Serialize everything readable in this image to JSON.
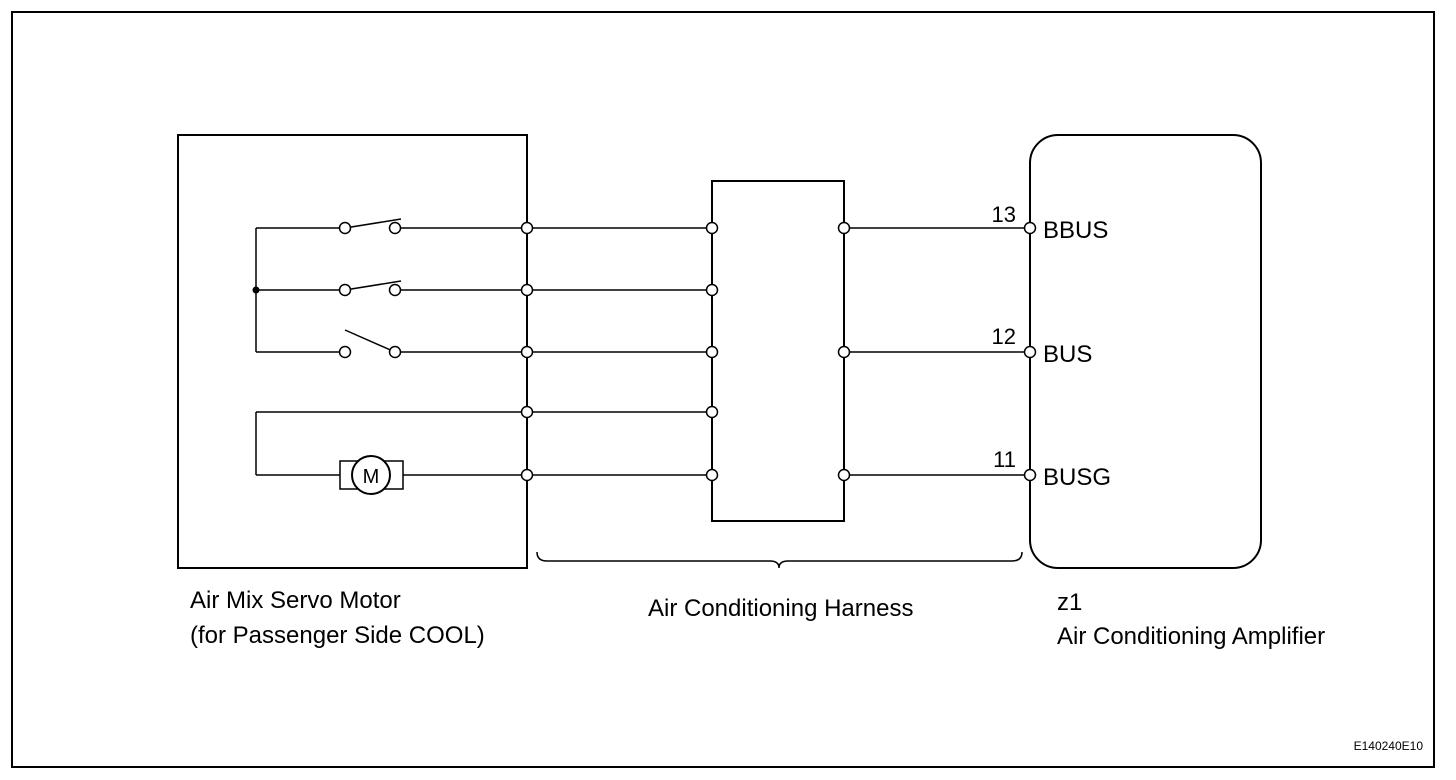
{
  "components": {
    "servo_motor": {
      "line1": "Air Mix Servo Motor",
      "line2": "(for Passenger Side COOL)",
      "motor_symbol": "M"
    },
    "harness": {
      "label": "Air Conditioning Harness"
    },
    "amplifier": {
      "code": "z1",
      "label": "Air Conditioning Amplifier",
      "pins": [
        {
          "number": "13",
          "name": "BBUS"
        },
        {
          "number": "12",
          "name": "BUS"
        },
        {
          "number": "11",
          "name": "BUSG"
        }
      ]
    }
  },
  "figure_code": "E140240E10"
}
